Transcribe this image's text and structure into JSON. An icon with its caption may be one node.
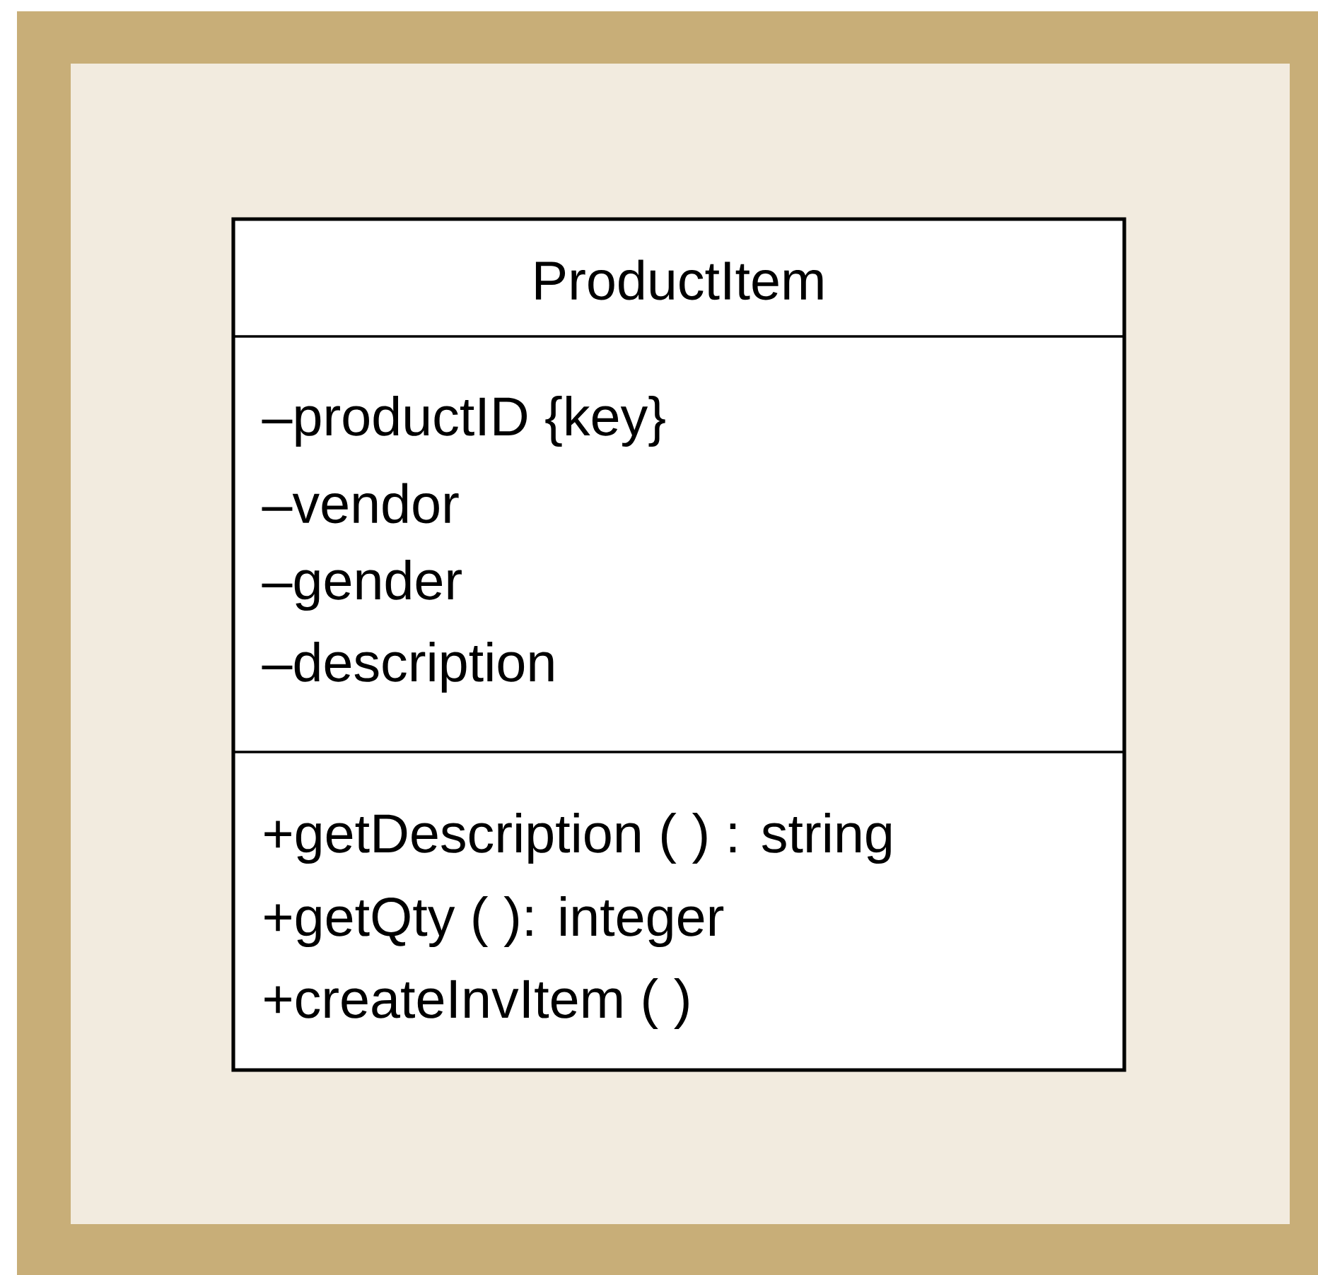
{
  "diagram": {
    "nodes": [
      {
        "text": [
          "ProductItem",
          "–productID {key}",
          "–vendor",
          "–gender",
          "–description",
          "+getDescription ( ) : string",
          "+getQty ( ): integer",
          "+createInvItem ( )"
        ]
      }
    ]
  }
}
